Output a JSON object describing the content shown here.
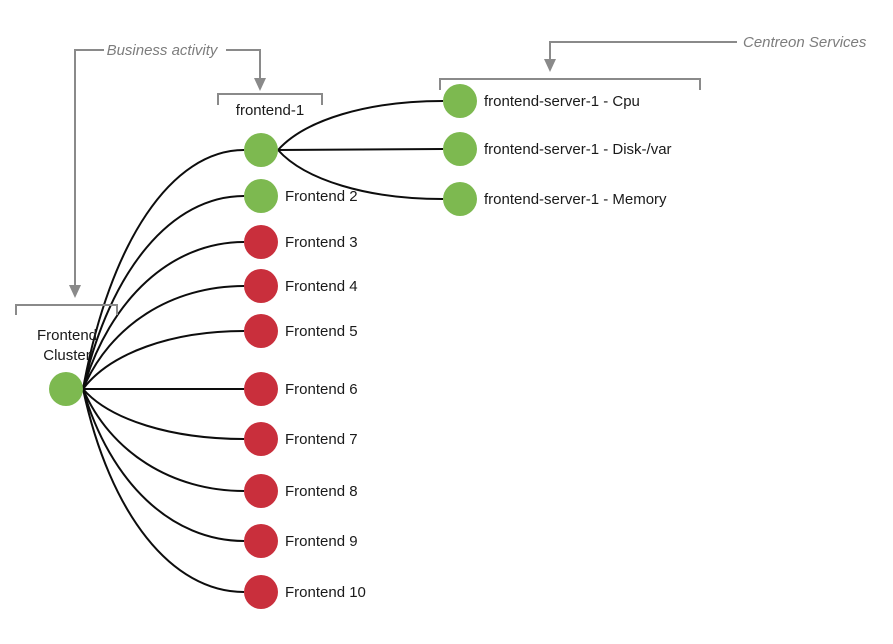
{
  "colors": {
    "ok_green": "#7db950",
    "critical_red": "#c92f3c",
    "edge_black": "#0d0d0d",
    "annotation_gray": "#8a8a8a"
  },
  "annotations": {
    "business_activity": "Business activity",
    "centreon_services": "Centreon Services"
  },
  "root_node": {
    "label_line1": "Frontend",
    "label_line2": "Cluster",
    "status": "ok"
  },
  "business_activity_nodes": [
    {
      "label": "frontend-1",
      "status": "ok"
    },
    {
      "label": "Frontend 2",
      "status": "ok"
    },
    {
      "label": "Frontend 3",
      "status": "critical"
    },
    {
      "label": "Frontend 4",
      "status": "critical"
    },
    {
      "label": "Frontend 5",
      "status": "critical"
    },
    {
      "label": "Frontend 6",
      "status": "critical"
    },
    {
      "label": "Frontend 7",
      "status": "critical"
    },
    {
      "label": "Frontend 8",
      "status": "critical"
    },
    {
      "label": "Frontend 9",
      "status": "critical"
    },
    {
      "label": "Frontend 10",
      "status": "critical"
    }
  ],
  "service_nodes": [
    {
      "label": "frontend-server-1 - Cpu",
      "status": "ok"
    },
    {
      "label": "frontend-server-1 - Disk-/var",
      "status": "ok"
    },
    {
      "label": "frontend-server-1 - Memory",
      "status": "ok"
    }
  ]
}
